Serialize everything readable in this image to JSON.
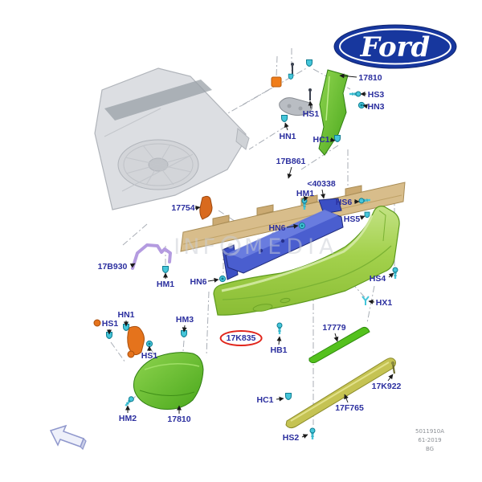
{
  "brand": {
    "name": "Ford",
    "logo_text": "Ford"
  },
  "watermark": {
    "left": "INF",
    "right": "MEDIA"
  },
  "doc": {
    "number": "5011910A",
    "date": "61-2019",
    "code": "BG"
  },
  "colors": {
    "brand_blue": "#17379e",
    "label_navy": "#2b2f9f",
    "highlight_red": "#e1251b",
    "fastener_teal": "#45c6da",
    "beam_blue": "#4a5ecf",
    "cover_green": "#9ecf44",
    "absorber_tan": "#d8bd8b",
    "bracket_orange": "#e5731c"
  },
  "diagram": {
    "description": "Rear bumper exploded parts diagram",
    "highlighted_part": "17K835",
    "labels": [
      {
        "text": "17810"
      },
      {
        "text": "HS3"
      },
      {
        "text": "HN3"
      },
      {
        "text": "HS1"
      },
      {
        "text": "HN1"
      },
      {
        "text": "HC1"
      },
      {
        "text": "17B861"
      },
      {
        "text": "<40338"
      },
      {
        "text": "HM1"
      },
      {
        "text": "HS6"
      },
      {
        "text": "HS5"
      },
      {
        "text": "HN6"
      },
      {
        "text": "17754"
      },
      {
        "text": "17B930"
      },
      {
        "text": "HM1"
      },
      {
        "text": "HN6"
      },
      {
        "text": "HN1"
      },
      {
        "text": "HS1"
      },
      {
        "text": "HM3"
      },
      {
        "text": "HS1"
      },
      {
        "text": "HM2"
      },
      {
        "text": "17810"
      },
      {
        "text": "17K835",
        "highlighted": true
      },
      {
        "text": "HB1"
      },
      {
        "text": "17779"
      },
      {
        "text": "HS4"
      },
      {
        "text": "HX1"
      },
      {
        "text": "HC1"
      },
      {
        "text": "17F765"
      },
      {
        "text": "17K922"
      },
      {
        "text": "HS2"
      }
    ]
  }
}
